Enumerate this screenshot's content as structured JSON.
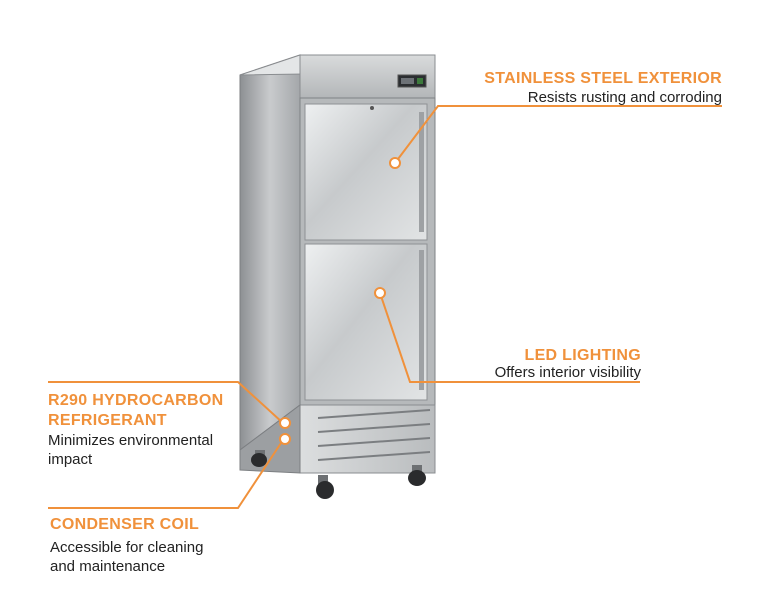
{
  "accent_color": "#f0913b",
  "callouts": {
    "exterior": {
      "title": "STAINLESS STEEL EXTERIOR",
      "desc": "Resists rusting and corroding"
    },
    "lighting": {
      "title": "LED LIGHTING",
      "desc": "Offers interior visibility"
    },
    "refrigerant": {
      "title_line1": "R290 HYDROCARBON",
      "title_line2": "REFRIGERANT",
      "desc_line1": "Minimizes environmental",
      "desc_line2": "impact"
    },
    "condenser": {
      "title": "CONDENSER COIL",
      "desc_line1": "Accessible for cleaning",
      "desc_line2": "and maintenance"
    }
  }
}
